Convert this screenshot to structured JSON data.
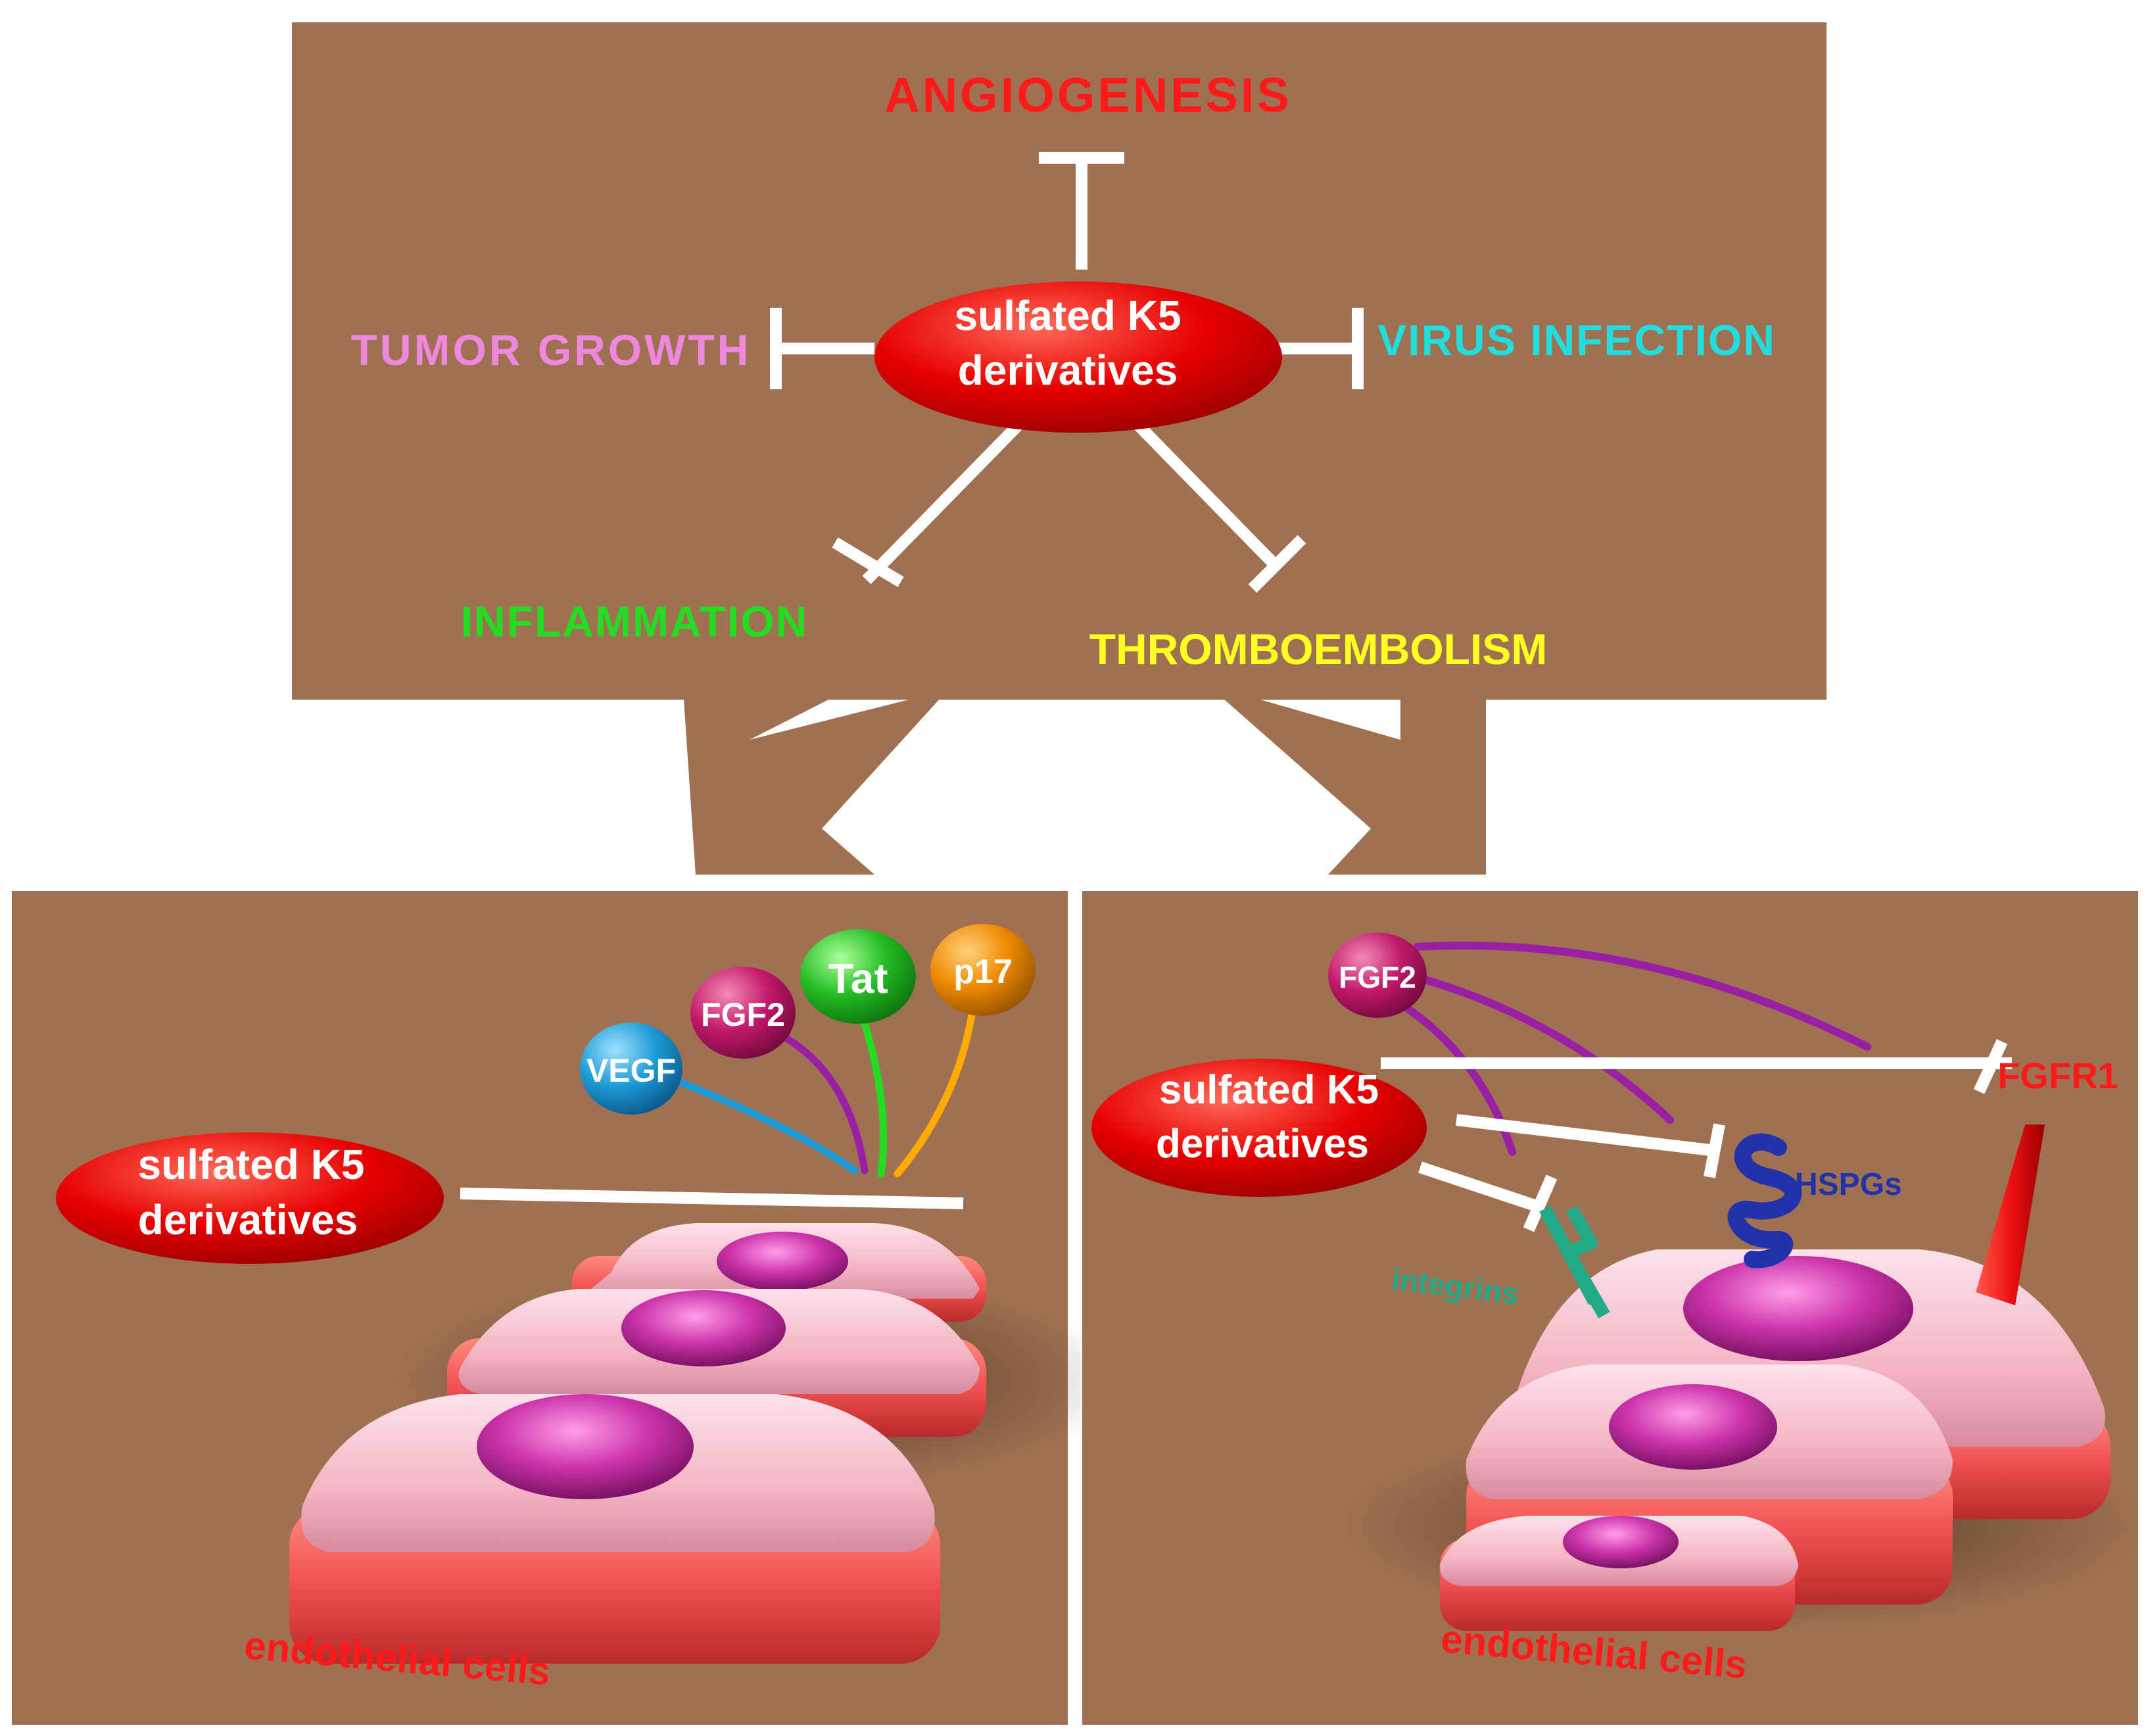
{
  "colors": {
    "panel": "#9f7152",
    "panel_dark": "#7d5537",
    "inhibitor_line": "#ffffff",
    "ellipse_red": "#e60000",
    "angiogenesis": "#ff1a1a",
    "tumor_growth": "#ee88dd",
    "virus_infection": "#22dddd",
    "inflammation": "#22dd22",
    "thromboembolism": "#ffff22",
    "vegf": "#1c9ad6",
    "fgf2": "#c0186a",
    "tat": "#22bb22",
    "p17": "#ee8800",
    "hspg": "#2233aa",
    "integrin": "#22aa88",
    "fgfr1": "#ee1111",
    "cell_pink": "#f7b8c8",
    "cell_red": "#f05050",
    "nucleus": "#cc33aa"
  },
  "top": {
    "center_line1": "sulfated K5",
    "center_line2": "derivatives",
    "angiogenesis": "ANGIOGENESIS",
    "tumor_growth": "TUMOR GROWTH",
    "virus_infection": "VIRUS INFECTION",
    "inflammation": "INFLAMMATION",
    "thromboembolism": "THROMBOEMBOLISM"
  },
  "left_panel": {
    "k5_line1": "sulfated K5",
    "k5_line2": "derivatives",
    "vegf": "VEGF",
    "fgf2": "FGF2",
    "tat": "Tat",
    "p17": "p17",
    "cells_label": "endothelial cells"
  },
  "right_panel": {
    "k5_line1": "sulfated K5",
    "k5_line2": "derivatives",
    "fgf2": "FGF2",
    "fgfr1": "FGFR1",
    "hspgs": "HSPGs",
    "integrins": "integrins",
    "cells_label": "endothelial cells"
  }
}
